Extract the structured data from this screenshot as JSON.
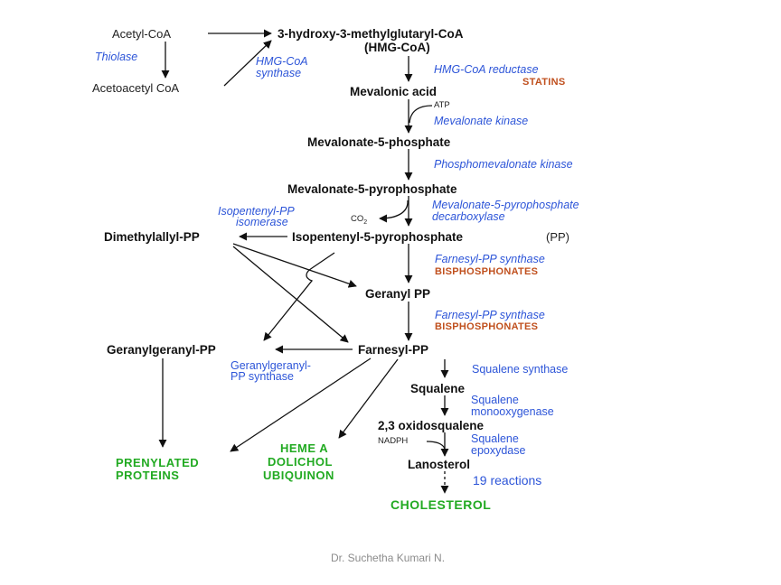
{
  "compounds": {
    "acetyl_coa": "Acetyl-CoA",
    "acetoacetyl_coa": "Acetoacetyl CoA",
    "hmg_coa_1": "3-hydroxy-3-methylglutaryl-CoA",
    "hmg_coa_2": "(HMG-CoA)",
    "mevalonic_acid": "Mevalonic acid",
    "mevalonate_5p": "Mevalonate-5-phosphate",
    "mevalonate_5pp": "Mevalonate-5-pyrophosphate",
    "isopentenyl_pp": "Isopentenyl-5-pyrophosphate",
    "isopentenyl_pp_suffix": "(PP)",
    "dimethylallyl_pp": "Dimethylallyl-PP",
    "geranyl_pp": "Geranyl PP",
    "farnesyl_pp": "Farnesyl-PP",
    "geranylgeranyl_pp": "Geranylgeranyl-PP",
    "squalene": "Squalene",
    "oxidosqualene": "2,3 oxidosqualene",
    "lanosterol": "Lanosterol"
  },
  "cofactors": {
    "atp": "ATP",
    "co2": "CO",
    "co2_sub": "2",
    "nadph": "NADPH"
  },
  "enzymes": {
    "thiolase": "Thiolase",
    "hmg_synthase_1": "HMG-CoA",
    "hmg_synthase_2": "synthase",
    "hmg_reductase": "HMG-CoA reductase",
    "mevalonate_kinase": "Mevalonate kinase",
    "phosphomevalonate_kinase": "Phosphomevalonate kinase",
    "decarboxylase_1": "Mevalonate-5-pyrophosphate",
    "decarboxylase_2": "decarboxylase",
    "isomerase_1": "Isopentenyl-PP",
    "isomerase_2": "isomerase",
    "farnesyl_synthase_a": "Farnesyl-PP synthase",
    "farnesyl_synthase_b": "Farnesyl-PP synthase",
    "ggpp_synthase_1": "Geranylgeranyl-",
    "ggpp_synthase_2": "PP synthase",
    "squalene_synthase": "Squalene synthase",
    "monooxygenase_1": "Squalene",
    "monooxygenase_2": "monooxygenase",
    "epoxydase_1": "Squalene",
    "epoxydase_2": "epoxydase",
    "reactions": "19 reactions"
  },
  "drugs": {
    "statins": "STATINS",
    "bisphosphonates_a": "BISPHOSPHONATES",
    "bisphosphonates_b": "BISPHOSPHONATES"
  },
  "products": {
    "prenylated_1": "PRENYLATED",
    "prenylated_2": "PROTEINS",
    "heme": "HEME A",
    "dolichol": "DOLICHOL",
    "ubiquinon": "UBIQUINON",
    "cholesterol": "CHOLESTEROL"
  },
  "footer": "Dr. Suchetha Kumari N.",
  "colors": {
    "compound": "#111111",
    "enzyme": "#2d55d8",
    "drug": "#c0501e",
    "product": "#22aa22",
    "footer": "#8c8c8c"
  }
}
